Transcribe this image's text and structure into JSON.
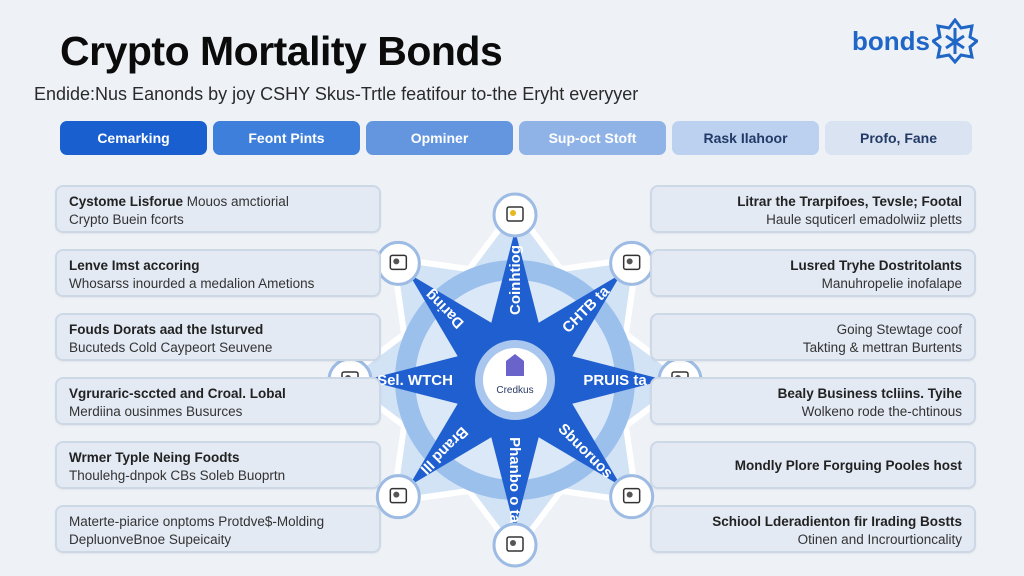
{
  "header": {
    "title": "Crypto Mortality Bonds",
    "subtitle": "Endide:Nus Eanonds by joy CSHY Skus-Trtle featifour to-the Eryht everyyer",
    "logo_text": "bonds"
  },
  "tabs": [
    {
      "label": "Cemarking",
      "bg": "#1a5fcf",
      "fg": "#ffffff"
    },
    {
      "label": "Feont Pints",
      "bg": "#3d7fdb",
      "fg": "#ffffff"
    },
    {
      "label": "Opminer",
      "bg": "#6396df",
      "fg": "#ffffff"
    },
    {
      "label": "Sup-oct Stoft",
      "bg": "#8fb3e6",
      "fg": "#ffffff"
    },
    {
      "label": "Rask Ilahoor",
      "bg": "#bcd1ef",
      "fg": "#243a66"
    },
    {
      "label": "Profo, Fane",
      "bg": "#d9e3f1",
      "fg": "#243a66"
    }
  ],
  "left_cards": [
    {
      "heading": "Cystome Lisforue",
      "rest": " Mouos amctiorial",
      "sub": "Crypto Buein fcorts"
    },
    {
      "heading": "Lenve Imst accoring",
      "rest": "",
      "sub": "Whosarss inourded a medalion Ametions"
    },
    {
      "heading": "Fouds Dorats aad the Isturved",
      "rest": "",
      "sub": "Bucuteds Cold Caypeort Seuvene"
    },
    {
      "heading": "Vgruraric-sccted and Croal. Lobal",
      "rest": "",
      "sub": "Merdiina ousinmes Busurces"
    },
    {
      "heading": "Wrmer Typle Neing Foodts",
      "rest": "",
      "sub": "Thoulehg-dnpok CBs Soleb Buoprtn"
    },
    {
      "heading": "",
      "rest": "Materte-piarice onptoms Protdve$-Molding",
      "sub": "DepluonveBnoe Supeicaity"
    }
  ],
  "right_cards": [
    {
      "heading": "Litrar the Trarpifoes, Tevsle; Footal",
      "sub": "Haule squticerl emadolwiiz pletts"
    },
    {
      "heading": "Lusred Tryhe Dostritolants",
      "sub": "Manuhropelie inofalape"
    },
    {
      "heading": "",
      "rest": "Going Stewtage coof",
      "sub": "Takting & mettran Burtents"
    },
    {
      "heading": "Bealy Business tcliins. Tyihe",
      "sub": "Wolkeno rode the-chtinous"
    },
    {
      "heading": "Mondly Plore Forguing Pooles host",
      "sub": ""
    },
    {
      "heading": "Schiool Lderadienton fir Irading Bostts",
      "sub": "Otinen and Incrourtioncality"
    }
  ],
  "hub": {
    "center_label": "Credkus",
    "arm_labels": [
      "Coinhtiog",
      "CHTB ta",
      "PRUIS ta",
      "Sbuoruos",
      "Phanbo o ta",
      "Brand III",
      "Sel. WTCH",
      "Daring"
    ]
  },
  "colors": {
    "star": "#1f5fcf",
    "ring": "#9cc0ec",
    "halo": "#d3e3f6"
  }
}
